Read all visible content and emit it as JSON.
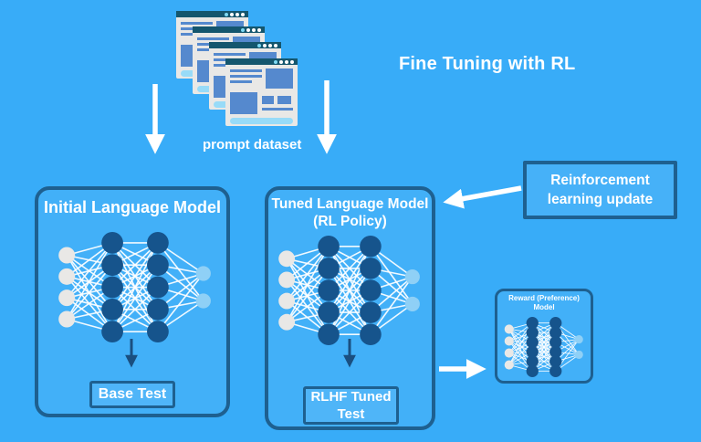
{
  "title": "Fine Tuning with RL",
  "prompt_dataset_label": "prompt dataset",
  "boxes": {
    "initial_model": {
      "title": "Initial Language Model",
      "output_label": "Base Test"
    },
    "tuned_model": {
      "title_line1": "Tuned Language Model",
      "title_line2": "(RL Policy)",
      "output_label_line1": "RLHF Tuned",
      "output_label_line2": "Test"
    },
    "reward_model": {
      "title_line1": "Reward (Preference)",
      "title_line2": "Model"
    },
    "rl_update": {
      "label_line1": "Reinforcement",
      "label_line2": "learning update"
    }
  },
  "icons": {
    "prompt_documents": "browser-window-document-icon",
    "neural_network": "neural-network-icon",
    "arrows": [
      "down-arrow",
      "down-arrow",
      "left-arrow",
      "right-arrow"
    ]
  },
  "colors": {
    "background": "#38ACF8",
    "box_border": "#1E6090",
    "node_dark": "#16548C",
    "node_light": "#E9E8E6",
    "node_faded": "#8FD0F6",
    "arrow_navy": "#1A4F80",
    "doc_header": "#14566E",
    "doc_body": "#E9E8E6",
    "doc_content": "#5589CE",
    "doc_pill": "#98DBF8",
    "text": "#FFFFFF"
  },
  "networks": {
    "initial": {
      "columns": [
        {
          "count": 4,
          "type": "light"
        },
        {
          "count": 5,
          "type": "dark"
        },
        {
          "count": 5,
          "type": "dark"
        },
        {
          "count": 2,
          "type": "faded"
        }
      ]
    },
    "tuned": {
      "columns": [
        {
          "count": 4,
          "type": "light"
        },
        {
          "count": 5,
          "type": "dark"
        },
        {
          "count": 5,
          "type": "dark"
        },
        {
          "count": 2,
          "type": "faded"
        }
      ]
    },
    "reward": {
      "columns": [
        {
          "count": 4,
          "type": "light"
        },
        {
          "count": 6,
          "type": "dark"
        },
        {
          "count": 6,
          "type": "dark"
        },
        {
          "count": 2,
          "type": "faded"
        }
      ]
    }
  }
}
